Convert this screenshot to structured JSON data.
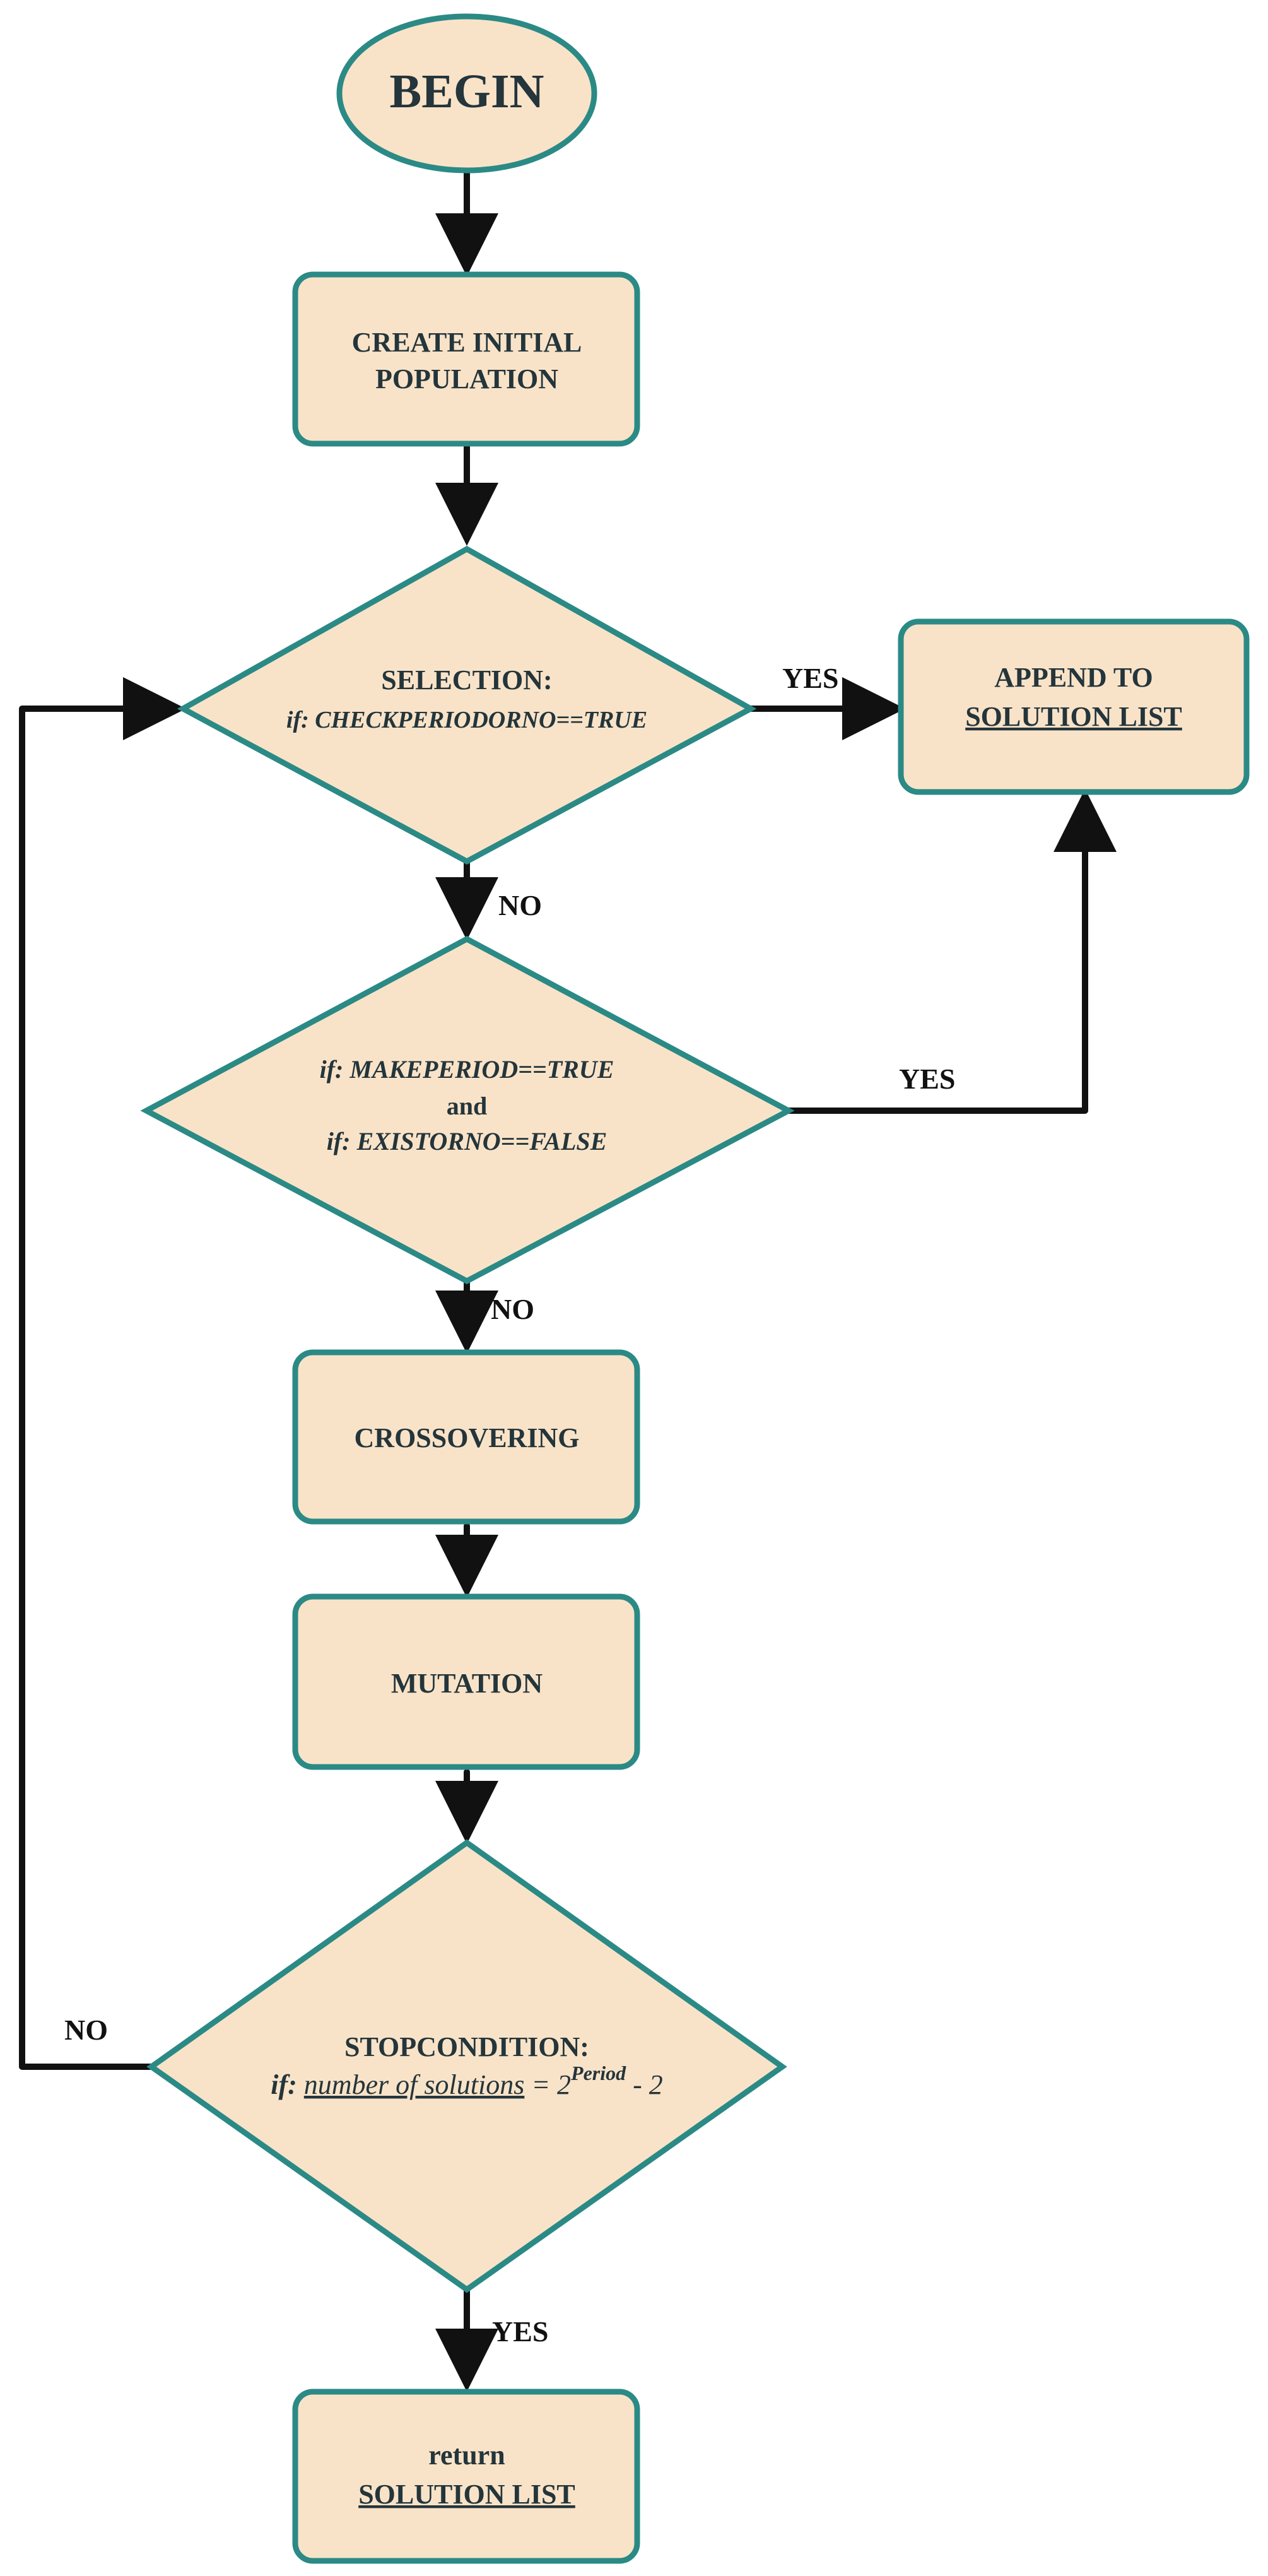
{
  "colors": {
    "node_fill": "#f9e3c8",
    "node_stroke": "#2b8a85",
    "arrow": "#111111",
    "text": "#24353b"
  },
  "nodes": {
    "begin": {
      "label": "BEGIN"
    },
    "create": {
      "line1": "CREATE INITIAL",
      "line2": "POPULATION"
    },
    "selection": {
      "line1": "SELECTION:",
      "line2": "if: CHECKPERIODORNO==TRUE"
    },
    "append": {
      "line1": "APPEND TO",
      "line2": "SOLUTION LIST"
    },
    "makeperiod": {
      "line1": "if: MAKEPERIOD==TRUE",
      "line2": "and",
      "line3": "if: EXISTORNO==FALSE"
    },
    "crossover": {
      "label": "CROSSOVERING"
    },
    "mutation": {
      "label": "MUTATION"
    },
    "stop": {
      "line1": "STOPCONDITION:",
      "prefix": "if: ",
      "underlined": "number of solutions",
      "equals": " = 2",
      "superscript": "Period",
      "suffix": " - 2"
    },
    "return": {
      "line1": "return",
      "line2": "SOLUTION LIST"
    }
  },
  "edges": {
    "selection_yes": "YES",
    "selection_no": "NO",
    "makeperiod_yes": "YES",
    "makeperiod_no": "NO",
    "stop_no": "NO",
    "stop_yes": "YES"
  }
}
